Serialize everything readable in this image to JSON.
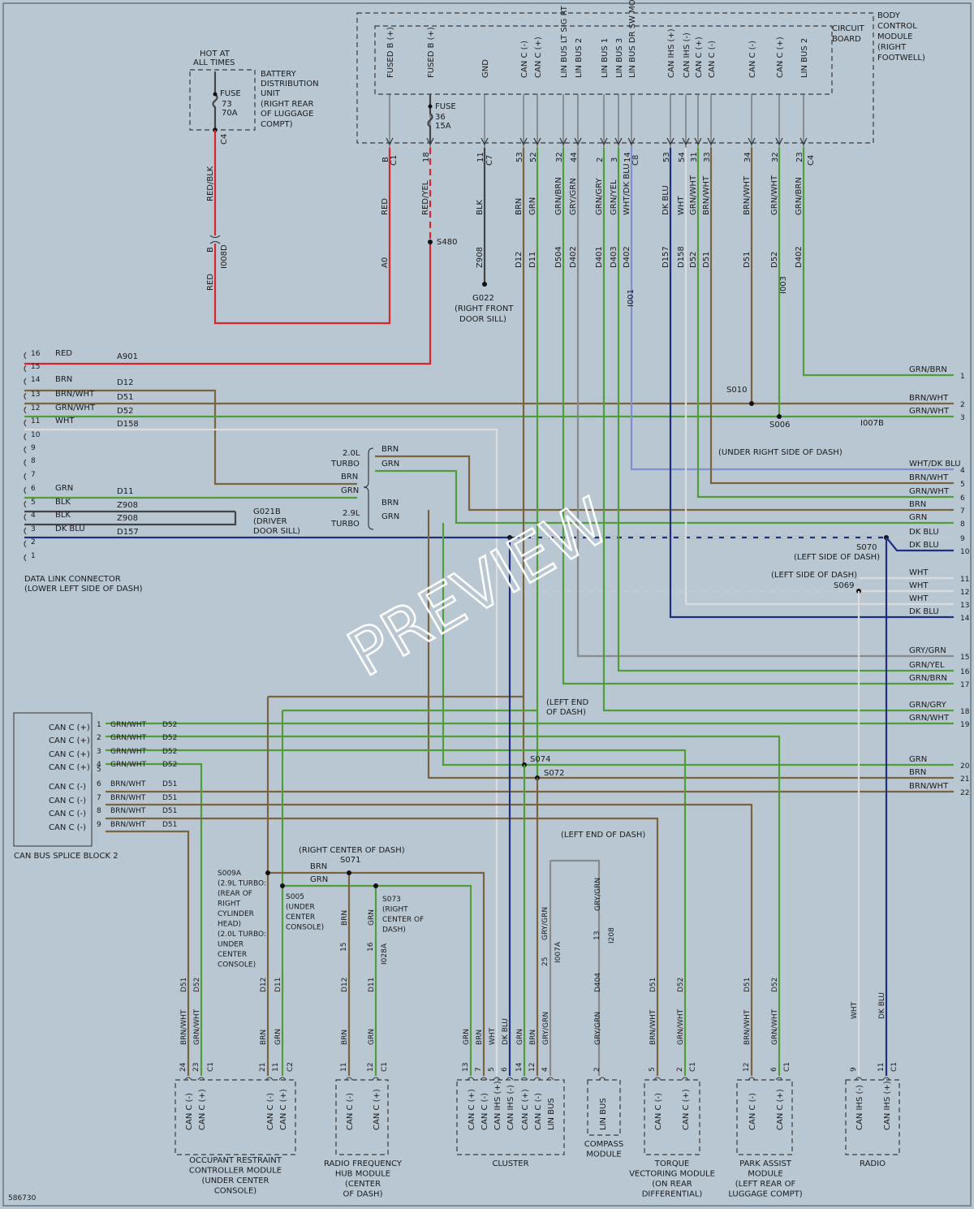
{
  "diagram_id": "586730",
  "watermark": "PREVIEW",
  "bcm": {
    "title": [
      "BODY",
      "CONTROL",
      "MODULE",
      "(RIGHT",
      "FOOTWELL)"
    ],
    "board": [
      "CIRCUIT",
      "BOARD"
    ],
    "pins": [
      "FUSED B (+)",
      "FUSED B (+)",
      "GND",
      "CAN C (-)",
      "CAN C (+)",
      "LIN BUS LT SIG RT",
      "LIN BUS 2",
      "LIN BUS 1",
      "LIN BUS 3",
      "LIN BUS DR SW MOD RTN",
      "CAN IHS (+)",
      "CAN IHS (-)",
      "CAN C (+)",
      "CAN C (-)",
      "CAN C (-)",
      "CAN C (+)",
      "LIN BUS 2"
    ],
    "pin_numbers": [
      "B",
      "18",
      "11",
      "53",
      "52",
      "32",
      "44",
      "2",
      "3",
      "14",
      "53",
      "54",
      "31",
      "33",
      "34",
      "32",
      "23"
    ],
    "connectors": [
      "C1",
      "C7",
      "C8",
      "C4"
    ],
    "colors": [
      "RED",
      "RED/YEL",
      "BLK",
      "BRN",
      "GRN",
      "GRN/BRN",
      "GRY/GRN",
      "GRN/GRY",
      "GRN/YEL",
      "WHT/DK BLU",
      "DK BLU",
      "WHT",
      "GRN/WHT",
      "BRN/WHT",
      "BRN/WHT",
      "GRN/WHT",
      "GRN/BRN"
    ],
    "circuits": [
      "A0",
      "Z908",
      "D12",
      "D11",
      "D504",
      "D402",
      "D401",
      "D403",
      "D402",
      "D157",
      "D158",
      "D52",
      "D51",
      "D51",
      "D52",
      "D402"
    ]
  },
  "bdu": {
    "hot": [
      "HOT AT",
      "ALL TIMES"
    ],
    "title": [
      "BATTERY",
      "DISTRIBUTION",
      "UNIT",
      "(RIGHT REAR",
      "OF LUGGAGE",
      "COMPT)"
    ],
    "fuse": [
      "FUSE",
      "73",
      "70A"
    ],
    "connector": "C4",
    "wire": "RED/BLK",
    "inline": "I008D",
    "pin": "B",
    "wire2": "RED"
  },
  "fuse36": [
    "FUSE",
    "36",
    "15A"
  ],
  "splices": {
    "s480": "S480",
    "g022": [
      "G022",
      "(RIGHT FRONT",
      "DOOR SILL)"
    ],
    "s010": "S010",
    "s006": "S006",
    "under_right": "(UNDER RIGHT SIDE OF DASH)",
    "s070": "S070",
    "s070_loc": "(LEFT SIDE OF DASH)",
    "s069": "S069",
    "s069_loc": "(LEFT SIDE OF DASH)",
    "s074": "S074",
    "s072": "S072",
    "left_end": [
      "(LEFT END",
      "OF DASH)"
    ],
    "left_end2": "(LEFT END OF DASH)",
    "g021b": [
      "G021B",
      "(DRIVER",
      "DOOR SILL)"
    ],
    "s071_loc": "(RIGHT CENTER OF DASH)",
    "s071": "S071",
    "s009a": [
      "S009A",
      "(2.9L TURBO:",
      "(REAR OF",
      "RIGHT",
      "CYLINDER",
      "HEAD)",
      "(2.0L TURBO:",
      "UNDER",
      "CENTER",
      "CONSOLE)"
    ],
    "s005": [
      "S005",
      "(UNDER",
      "CENTER",
      "CONSOLE)"
    ],
    "s073": [
      "S073",
      "(RIGHT",
      "CENTER OF",
      "DASH)"
    ],
    "i007b": "I007B",
    "i003": "I003",
    "i001": "I001"
  },
  "dlc": {
    "title": [
      "DATA LINK CONNECTOR",
      "(LOWER LEFT SIDE OF DASH)"
    ],
    "rows": [
      {
        "pin": "16",
        "color": "RED",
        "circuit": "A901"
      },
      {
        "pin": "15",
        "color": "",
        "circuit": ""
      },
      {
        "pin": "14",
        "color": "BRN",
        "circuit": "D12"
      },
      {
        "pin": "13",
        "color": "BRN/WHT",
        "circuit": "D51"
      },
      {
        "pin": "12",
        "color": "GRN/WHT",
        "circuit": "D52"
      },
      {
        "pin": "11",
        "color": "WHT",
        "circuit": "D158"
      },
      {
        "pin": "10",
        "color": "",
        "circuit": ""
      },
      {
        "pin": "9",
        "color": "",
        "circuit": ""
      },
      {
        "pin": "8",
        "color": "",
        "circuit": ""
      },
      {
        "pin": "7",
        "color": "",
        "circuit": ""
      },
      {
        "pin": "6",
        "color": "GRN",
        "circuit": "D11"
      },
      {
        "pin": "5",
        "color": "BLK",
        "circuit": "Z908"
      },
      {
        "pin": "4",
        "color": "BLK",
        "circuit": "Z908"
      },
      {
        "pin": "3",
        "color": "DK BLU",
        "circuit": "D157"
      },
      {
        "pin": "2",
        "color": "",
        "circuit": ""
      },
      {
        "pin": "1",
        "color": "",
        "circuit": ""
      }
    ],
    "turbo20": [
      "2.0L",
      "TURBO"
    ],
    "turbo29": [
      "2.9L",
      "TURBO"
    ],
    "turbo_wires": [
      "BRN",
      "GRN",
      "BRN",
      "GRN",
      "BRN",
      "GRN"
    ]
  },
  "right_refs": [
    {
      "n": "1",
      "label": "GRN/BRN"
    },
    {
      "n": "2",
      "label": "BRN/WHT"
    },
    {
      "n": "3",
      "label": "GRN/WHT"
    },
    {
      "n": "4",
      "label": "WHT/DK BLU"
    },
    {
      "n": "5",
      "label": "BRN/WHT"
    },
    {
      "n": "6",
      "label": "GRN/WHT"
    },
    {
      "n": "7",
      "label": "BRN"
    },
    {
      "n": "8",
      "label": "GRN"
    },
    {
      "n": "9",
      "label": "DK BLU"
    },
    {
      "n": "10",
      "label": "DK BLU"
    },
    {
      "n": "11",
      "label": "WHT"
    },
    {
      "n": "12",
      "label": "WHT"
    },
    {
      "n": "13",
      "label": "WHT"
    },
    {
      "n": "14",
      "label": "DK BLU"
    },
    {
      "n": "15",
      "label": "GRY/GRN"
    },
    {
      "n": "16",
      "label": "GRN/YEL"
    },
    {
      "n": "17",
      "label": "GRN/BRN"
    },
    {
      "n": "18",
      "label": "GRN/GRY"
    },
    {
      "n": "19",
      "label": "GRN/WHT"
    },
    {
      "n": "20",
      "label": "GRN"
    },
    {
      "n": "21",
      "label": "BRN"
    },
    {
      "n": "22",
      "label": "BRN/WHT"
    }
  ],
  "splice_block": {
    "title": "CAN BUS SPLICE BLOCK 2",
    "rows": [
      {
        "label": "CAN C (+)",
        "pin": "1",
        "color": "GRN/WHT",
        "circuit": "D52"
      },
      {
        "label": "CAN C (+)",
        "pin": "2",
        "color": "GRN/WHT",
        "circuit": "D52"
      },
      {
        "label": "CAN C (+)",
        "pin": "3",
        "color": "GRN/WHT",
        "circuit": "D52"
      },
      {
        "label": "CAN C (+)",
        "pin": "4",
        "color": "GRN/WHT",
        "circuit": "D52"
      },
      {
        "label": "",
        "pin": "5",
        "color": "",
        "circuit": ""
      },
      {
        "label": "CAN C (-)",
        "pin": "6",
        "color": "BRN/WHT",
        "circuit": "D51"
      },
      {
        "label": "CAN C (-)",
        "pin": "7",
        "color": "BRN/WHT",
        "circuit": "D51"
      },
      {
        "label": "CAN C (-)",
        "pin": "8",
        "color": "BRN/WHT",
        "circuit": "D51"
      },
      {
        "label": "CAN C (-)",
        "pin": "9",
        "color": "BRN/WHT",
        "circuit": "D51"
      }
    ]
  },
  "modules": [
    {
      "name": [
        "OCCUPANT RESTRAINT",
        "CONTROLLER MODULE",
        "(UNDER CENTER",
        "CONSOLE)"
      ],
      "pins": [
        "CAN C (-)",
        "CAN C (+)"
      ]
    },
    {
      "name": [
        "",
        "",
        "",
        ""
      ],
      "pins": [
        "CAN C (-)",
        "CAN C (+)"
      ]
    },
    {
      "name": [
        "RADIO FREQUENCY",
        "HUB MODULE",
        "(CENTER",
        "OF DASH)"
      ],
      "pins": [
        "CAN C (-)",
        "CAN C (+)"
      ]
    },
    {
      "name": [
        "CLUSTER"
      ],
      "pins": [
        "CAN C (+)",
        "CAN C (-)",
        "CAN IHS (+)",
        "CAN IHS (-)",
        "CAN C (+)",
        "CAN C (-)",
        "LIN BUS"
      ]
    },
    {
      "name": [
        "COMPASS",
        "MODULE"
      ],
      "pins": [
        "LIN BUS"
      ]
    },
    {
      "name": [
        "TORQUE",
        "VECTORING MODULE",
        "(ON REAR",
        "DIFFERENTIAL)"
      ],
      "pins": [
        "CAN C (-)",
        "CAN C (+)"
      ]
    },
    {
      "name": [
        "PARK ASSIST",
        "MODULE",
        "(LEFT REAR OF",
        "LUGGAGE COMPT)"
      ],
      "pins": [
        "CAN C (-)",
        "CAN C (+)"
      ]
    },
    {
      "name": [
        "RADIO"
      ],
      "pins": [
        "CAN IHS (-)",
        "CAN IHS (+)"
      ]
    }
  ],
  "bottom_wires": {
    "orc": {
      "pins": [
        "24",
        "23"
      ],
      "conn": "C1",
      "colors": [
        "BRN/WHT",
        "GRN/WHT"
      ],
      "circuits": [
        "D51",
        "D52"
      ]
    },
    "orc2": {
      "pins": [
        "21",
        "11"
      ],
      "conn": "C2",
      "colors": [
        "BRN",
        "GRN"
      ],
      "circuits": [
        "D12",
        "D11"
      ]
    },
    "rfh": {
      "pins": [
        "11",
        "12"
      ],
      "conn": "C1",
      "colors": [
        "BRN",
        "GRN"
      ],
      "circuits": [
        "D12",
        "D11"
      ],
      "inline": "I028A",
      "inline_pins": [
        "15",
        "16"
      ]
    },
    "cluster": {
      "pins": [
        "13",
        "7",
        "5",
        "6",
        "14",
        "12",
        "4"
      ],
      "colors": [
        "GRN",
        "BRN",
        "WHT",
        "DK BLU",
        "GRN",
        "BRN",
        "GRY/GRN"
      ],
      "inline": "I007A",
      "inline_pin": "25"
    },
    "compass": {
      "pin": "2",
      "color": "GRY/GRN",
      "circuit": "D404",
      "inline": "I208",
      "inline_pin": "13"
    },
    "tvm": {
      "pins": [
        "5",
        "2"
      ],
      "conn": "C1",
      "colors": [
        "BRN/WHT",
        "GRN/WHT"
      ],
      "circuits": [
        "D51",
        "D52"
      ]
    },
    "pam": {
      "pins": [
        "12",
        "6"
      ],
      "conn": "C1",
      "colors": [
        "BRN/WHT",
        "GRN/WHT"
      ],
      "circuits": [
        "D51",
        "D52"
      ]
    },
    "radio": {
      "pins": [
        "9",
        "11"
      ],
      "conn": "C1",
      "colors": [
        "WHT",
        "DK BLU"
      ]
    },
    "s071_colors": [
      "BRN",
      "GRN"
    ],
    "s073_colors": [
      "BRN",
      "GRN"
    ],
    "compass_upper_color": "GRY/GRN"
  }
}
